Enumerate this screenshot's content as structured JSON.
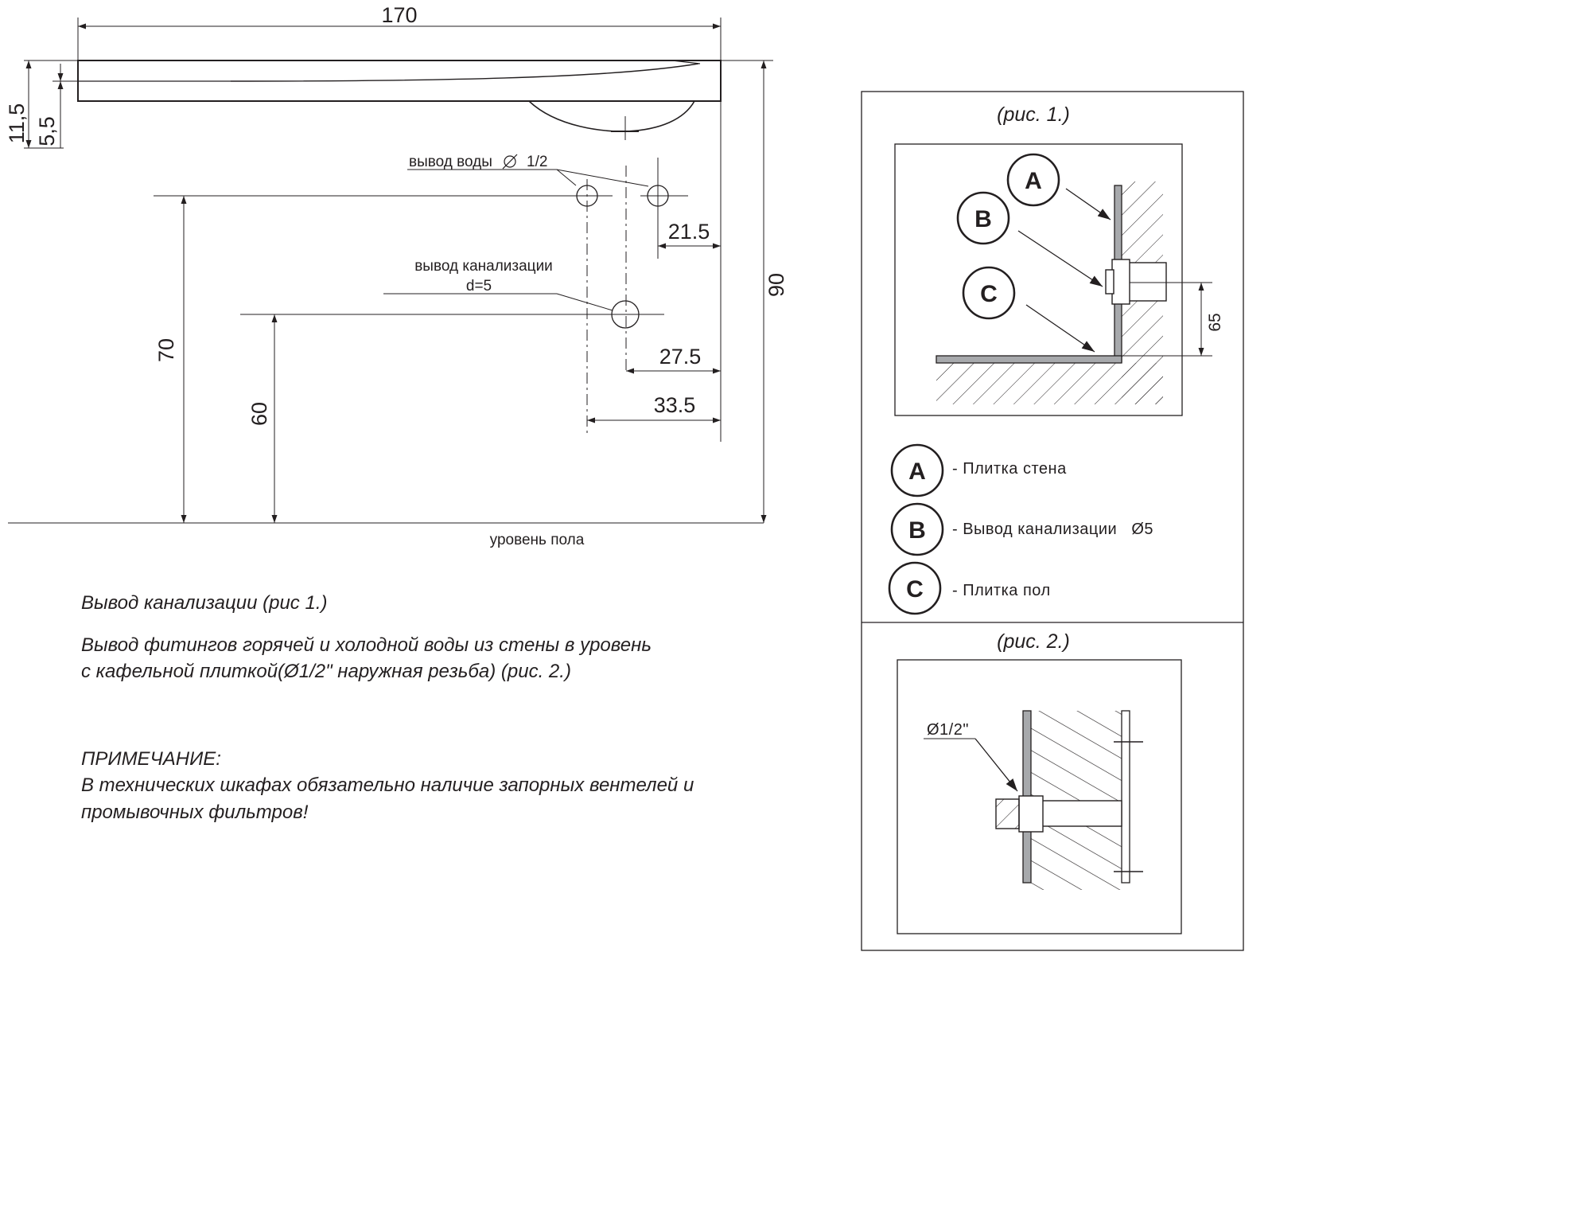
{
  "main_drawing": {
    "dimensions": {
      "width_total": "170",
      "lip_height": "11,5",
      "slab_height": "5,5",
      "water_offset": "21.5",
      "drain_offset": "27.5",
      "water_offset_2": "33.5",
      "height_total": "90",
      "water_height": "70",
      "drain_height": "60"
    },
    "water_outlet_label": "вывод воды",
    "water_outlet_size": "1/2",
    "drain_label_line1": "вывод канализации",
    "drain_label_line2": "d=5",
    "floor_label": "уровень пола"
  },
  "notes": {
    "drain_ref": "Вывод канализации (рис 1.)",
    "fittings_line1": "Вывод фитингов горячей и холодной воды из стены в уровень",
    "fittings_line2": "с кафельной плиткой(Ø1/2\" наружная резьба) (рис. 2.)",
    "remark_title": "ПРИМЕЧАНИЕ:",
    "remark_line1": "В технических шкафах обязательно наличие запорных вентелей и",
    "remark_line2": "промывочных фильтров!"
  },
  "fig1": {
    "caption": "(рис. 1.)",
    "dimension_65": "65",
    "markers": {
      "a": "A",
      "b": "B",
      "c": "C"
    },
    "legend": [
      {
        "letter": "A",
        "text": "- Плитка стена"
      },
      {
        "letter": "B",
        "text": "- Вывод канализации   Ø5"
      },
      {
        "letter": "C",
        "text": "- Плитка пол"
      }
    ]
  },
  "fig2": {
    "caption": "(рис. 2.)",
    "thread_label": "Ø1/2\""
  }
}
